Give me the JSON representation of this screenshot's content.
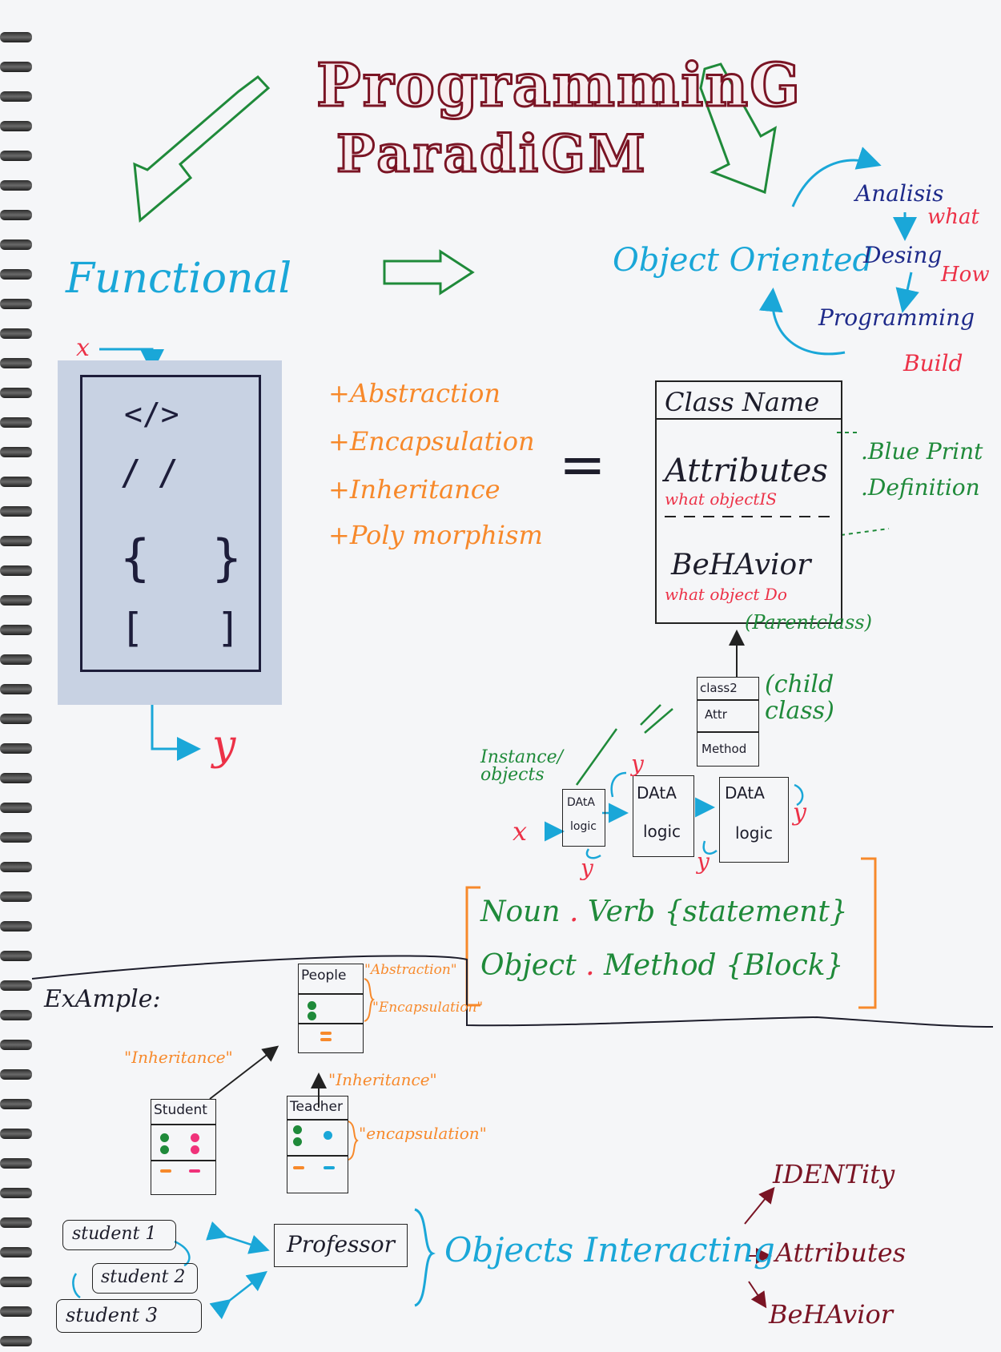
{
  "title": {
    "line1": "ProgramminG",
    "line2": "ParadiGM"
  },
  "functional": {
    "label": "Functional",
    "input": "x",
    "output": "y",
    "code_symbols": [
      "</>",
      "//",
      "{ }",
      "[ ]"
    ]
  },
  "pillars": [
    "+Abstraction",
    "+Encapsulation",
    "+Inheritance",
    "+Poly morphism"
  ],
  "equals": "=",
  "object_oriented": {
    "label": "Object Oriented",
    "steps": [
      {
        "name": "Analisis",
        "note": "what"
      },
      {
        "name": "Desing",
        "note": "How"
      },
      {
        "name": "Programming",
        "note": "Build"
      }
    ]
  },
  "class_box": {
    "name": "Class Name",
    "attributes": "Attributes",
    "attributes_note": "what objectIS",
    "behavior": "BeHAvior",
    "behavior_note": "what object Do",
    "side_notes": [
      ".Blue Print",
      ".Definition"
    ],
    "parent_label": "(Parentclass)"
  },
  "child_class": {
    "label": "(child class)",
    "rows": [
      "class2",
      "Attr",
      "Method"
    ]
  },
  "instances": {
    "label": "Instance/ objects",
    "data": "DAtA",
    "logic": "logic",
    "small_data": "DAtA",
    "small_logic": "logic",
    "x": "x",
    "y": "y"
  },
  "syntax": {
    "line1": [
      "Noun",
      ".",
      "Verb",
      "{statement}"
    ],
    "line2": [
      "Object",
      ".",
      "Method",
      "{Block}"
    ]
  },
  "example": {
    "label": "ExAmple:",
    "people": "People",
    "abstraction_note": "\"Abstraction\"",
    "encapsulation_note": "\"Encapsulation\"",
    "inheritance_left": "\"Inheritance\"",
    "inheritance_right": "\"Inheritance\"",
    "student": "Student",
    "teacher": "Teacher",
    "encapsulation_teacher": "\"encapsulation\"",
    "students": [
      "student 1",
      "student 2",
      "student 3"
    ],
    "professor": "Professor",
    "interacting": "Objects Interacting",
    "traits": [
      "IDENTity",
      "Attributes",
      "BeHAvior"
    ]
  },
  "colors": {
    "green": "#1f8a3a",
    "cyan": "#1aa7d8",
    "orange": "#f7892b",
    "red": "#ec3147",
    "maroon": "#7a1424",
    "navy": "#1e2a8a",
    "ink": "#1d1d2b"
  }
}
